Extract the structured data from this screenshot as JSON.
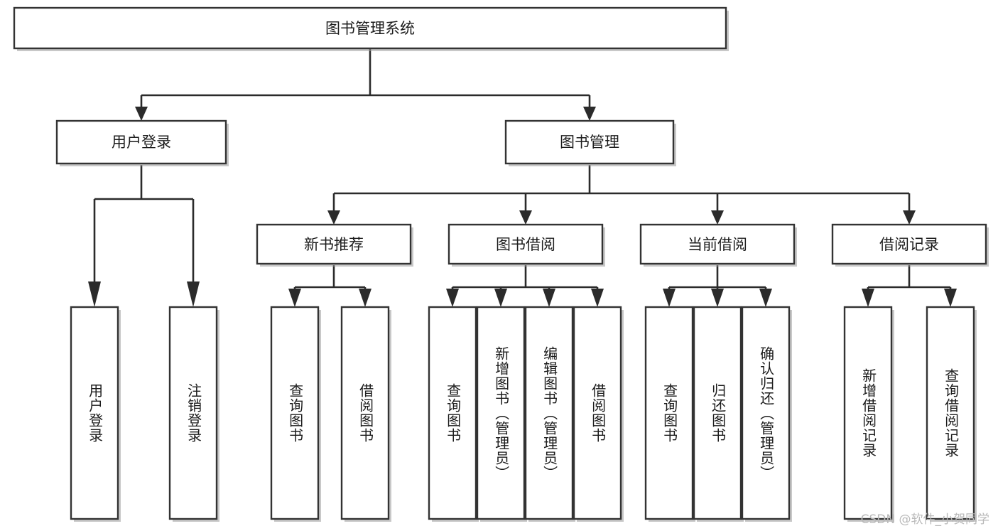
{
  "diagram": {
    "title": "图书管理系统",
    "type": "tree",
    "orientation": "top-down",
    "colors": {
      "box_fill": "#ffffff",
      "box_stroke": "#333333",
      "connector": "#2b2b2b",
      "text": "#1c1c1c",
      "watermark": "#b9b9b9"
    },
    "root": {
      "label": "图书管理系统"
    },
    "level2": [
      {
        "label": "用户登录"
      },
      {
        "label": "图书管理"
      }
    ],
    "level3": [
      {
        "label": "新书推荐"
      },
      {
        "label": "图书借阅"
      },
      {
        "label": "当前借阅"
      },
      {
        "label": "借阅记录"
      }
    ],
    "leaves": {
      "user_login": [
        {
          "label": "用户登录"
        },
        {
          "label": "注销登录"
        }
      ],
      "new_book_recommend": [
        {
          "label": "查询图书"
        },
        {
          "label": "借阅图书"
        }
      ],
      "book_borrow": [
        {
          "label": "查询图书"
        },
        {
          "label": "新增图书（管理员）"
        },
        {
          "label": "编辑图书（管理员）"
        },
        {
          "label": "借阅图书"
        }
      ],
      "current_borrow": [
        {
          "label": "查询图书"
        },
        {
          "label": "归还图书"
        },
        {
          "label": "确认归还（管理员）"
        }
      ],
      "borrow_record": [
        {
          "label": "新增借阅记录"
        },
        {
          "label": "查询借阅记录"
        }
      ]
    }
  },
  "watermark": {
    "text": "CSDN @软件_小贺同学"
  }
}
